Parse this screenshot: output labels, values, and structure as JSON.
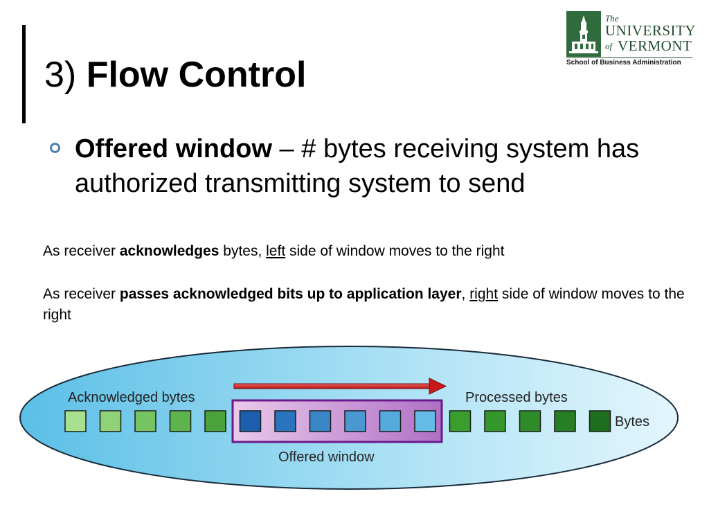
{
  "slide": {
    "title_number": "3)",
    "title_bold": "Flow Control",
    "logo": {
      "the": "The",
      "university": "UNIVERSITY",
      "of": "of",
      "vermont": "VERMONT",
      "school": "School of Business Administration"
    },
    "bullet": {
      "term": "Offered window",
      "definition": " – # bytes receiving system has authorized transmitting system to send"
    },
    "paragraph1": {
      "pre": "As receiver ",
      "bold": "acknowledges",
      "mid": " bytes, ",
      "underlined": "left",
      "post": " side of window moves to the right"
    },
    "paragraph2": {
      "pre": "As receiver ",
      "bold": "passes acknowledged bits up to application layer",
      "mid": ", ",
      "underlined": "right",
      "post": " side of window moves to the right"
    }
  },
  "diagram": {
    "acknowledged_label": "Acknowledged bytes",
    "processed_label": "Processed bytes",
    "window_label": "Offered window",
    "bytes_label": "Bytes",
    "arrow_color": "#d42020",
    "window_color": "#6a1a8a",
    "byte_colors": [
      "#a9e08f",
      "#8fd277",
      "#76c461",
      "#5eb44c",
      "#4aa33a",
      "#1d5fae",
      "#2a74bd",
      "#3b86c6",
      "#4b98d1",
      "#56a9dc",
      "#63bbe6",
      "#3a9e2f",
      "#34962b",
      "#2e8c28",
      "#267f22",
      "#1f6e1d"
    ]
  }
}
